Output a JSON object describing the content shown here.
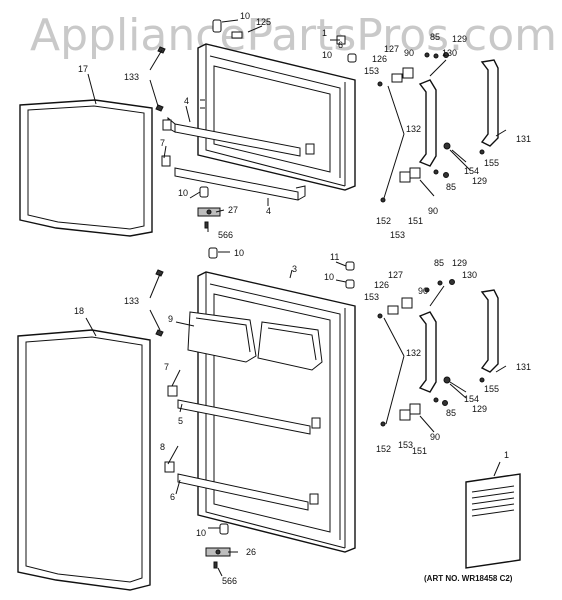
{
  "watermark": "AppliancePartsPros.com",
  "art_number": "(ART NO. WR18458 C2)",
  "callouts": [
    "10",
    "125",
    "1",
    "6",
    "10",
    "85",
    "129",
    "127",
    "90",
    "130",
    "126",
    "153",
    "133",
    "17",
    "4",
    "7",
    "132",
    "131",
    "155",
    "154",
    "85",
    "129",
    "10",
    "27",
    "4",
    "566",
    "152",
    "151",
    "153",
    "90",
    "10",
    "11",
    "10",
    "3",
    "85",
    "129",
    "126",
    "127",
    "130",
    "153",
    "90",
    "133",
    "18",
    "9",
    "132",
    "7",
    "131",
    "5",
    "155",
    "154",
    "85",
    "129",
    "8",
    "152",
    "153",
    "151",
    "90",
    "6",
    "10",
    "26",
    "566",
    "1"
  ]
}
